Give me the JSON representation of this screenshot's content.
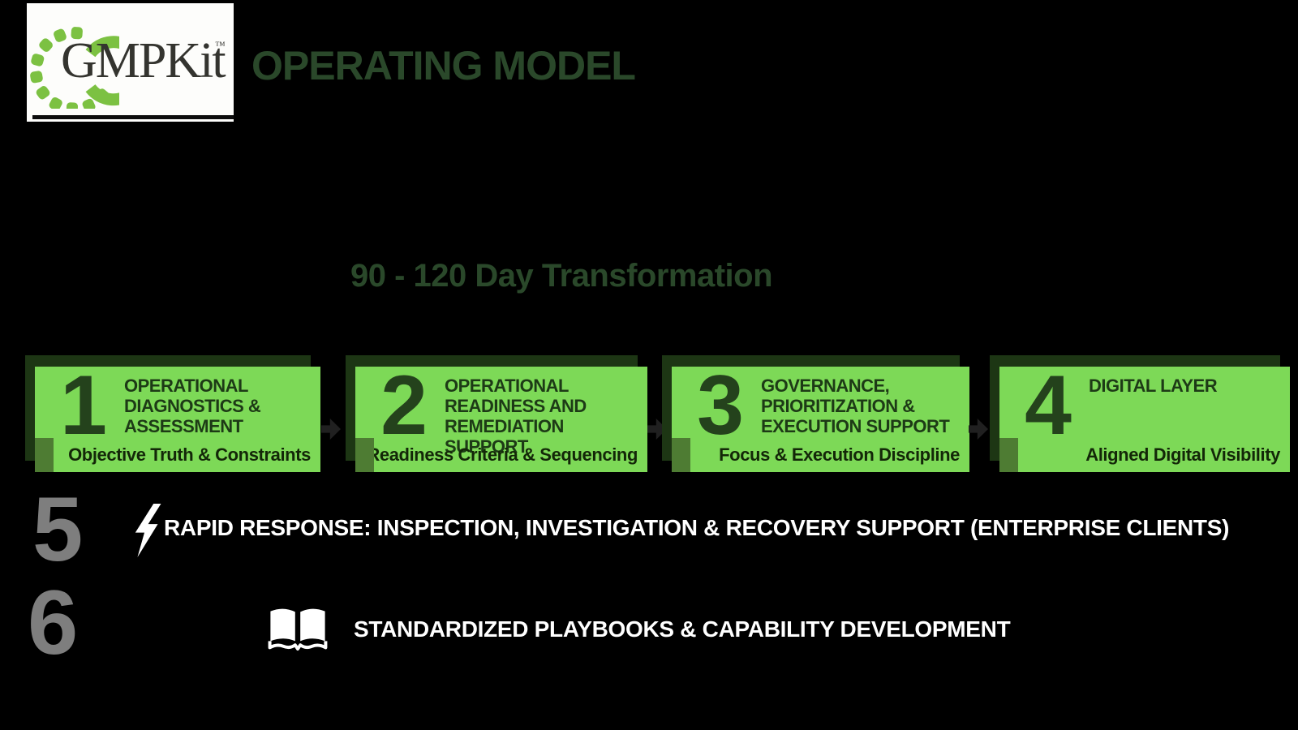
{
  "logo": {
    "text": "GMPKit",
    "trademark": "™"
  },
  "header": {
    "title": "OPERATING MODEL"
  },
  "transformation_heading": "90 - 120 Day Transformation",
  "steps": [
    {
      "number": "1",
      "title": "OPERATIONAL DIAGNOSTICS & ASSESSMENT",
      "subtitle": "Objective Truth & Constraints"
    },
    {
      "number": "2",
      "title": "OPERATIONAL READINESS AND REMEDIATION SUPPORT",
      "subtitle": "Readiness Criteria & Sequencing"
    },
    {
      "number": "3",
      "title": "GOVERNANCE, PRIORITIZATION & EXECUTION SUPPORT",
      "subtitle": "Focus & Execution Discipline"
    },
    {
      "number": "4",
      "title": "DIGITAL LAYER",
      "subtitle": "Aligned Digital Visibility"
    }
  ],
  "services": [
    {
      "number": "5",
      "icon": "lightning-icon",
      "label": "RAPID RESPONSE: INSPECTION, INVESTIGATION & RECOVERY SUPPORT (ENTERPRISE CLIENTS)"
    },
    {
      "number": "6",
      "icon": "open-book-icon",
      "label": "STANDARDIZED PLAYBOOKS & CAPABILITY DEVELOPMENT"
    }
  ],
  "colors": {
    "background": "#000000",
    "box_green": "#7dd957",
    "dark_green": "#1d3614",
    "heading_green": "#2a482a",
    "logo_green": "#7cc142",
    "tab_green": "#4e7c33",
    "number_gray": "#7e7e7e",
    "white": "#ffffff"
  }
}
